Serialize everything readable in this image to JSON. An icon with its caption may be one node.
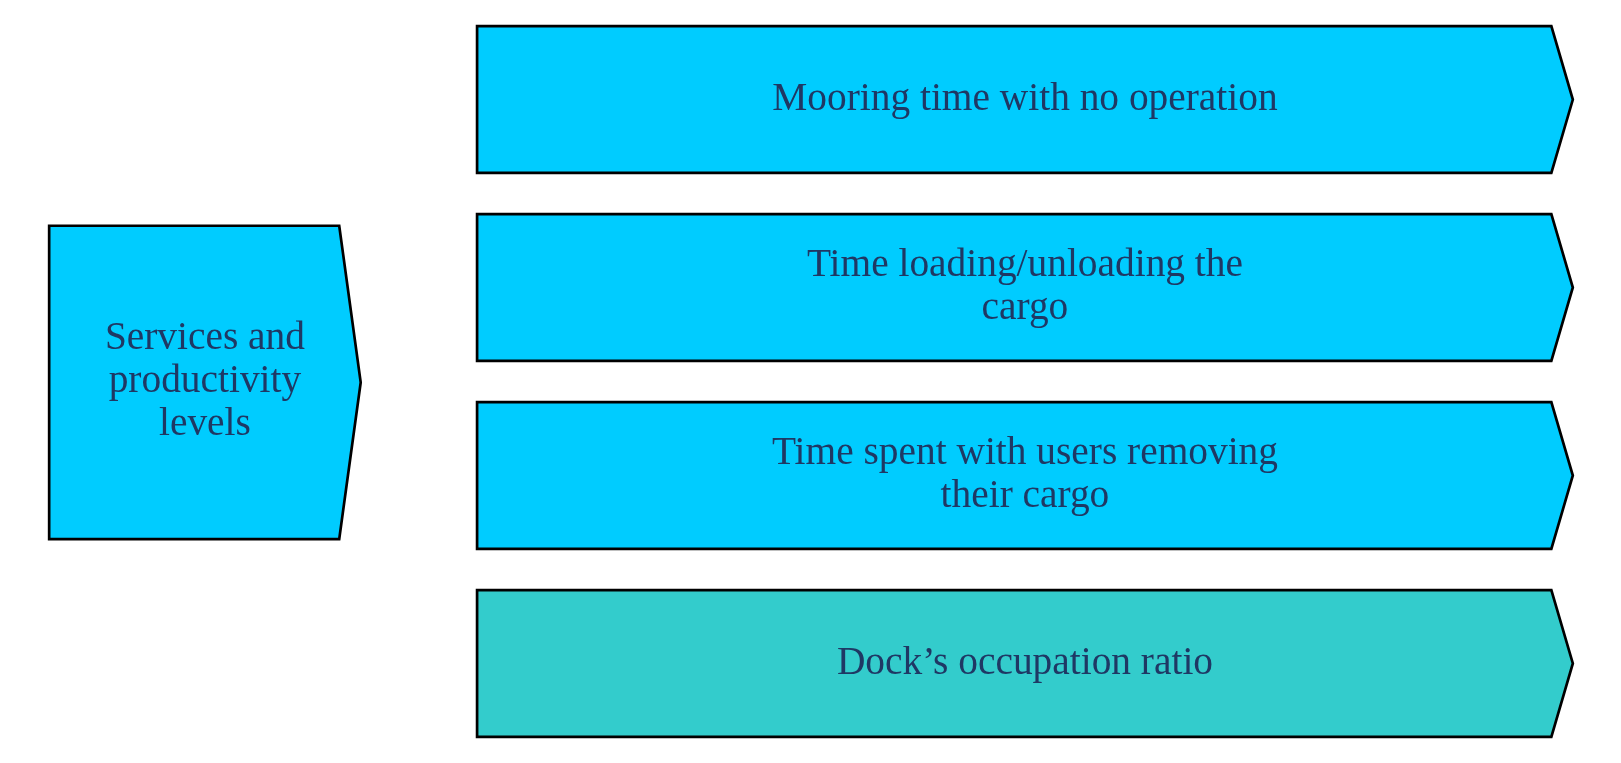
{
  "diagram": {
    "nodes": [
      {
        "text": [
          "Services and productivity levels"
        ]
      },
      {
        "text": [
          "Mooring time with no operation"
        ]
      },
      {
        "text": [
          "Time loading/unloading the cargo"
        ]
      },
      {
        "text": [
          "Time spent with users removing their cargo"
        ]
      },
      {
        "text": [
          "Dock’s occupation ratio"
        ]
      }
    ],
    "edges": []
  }
}
